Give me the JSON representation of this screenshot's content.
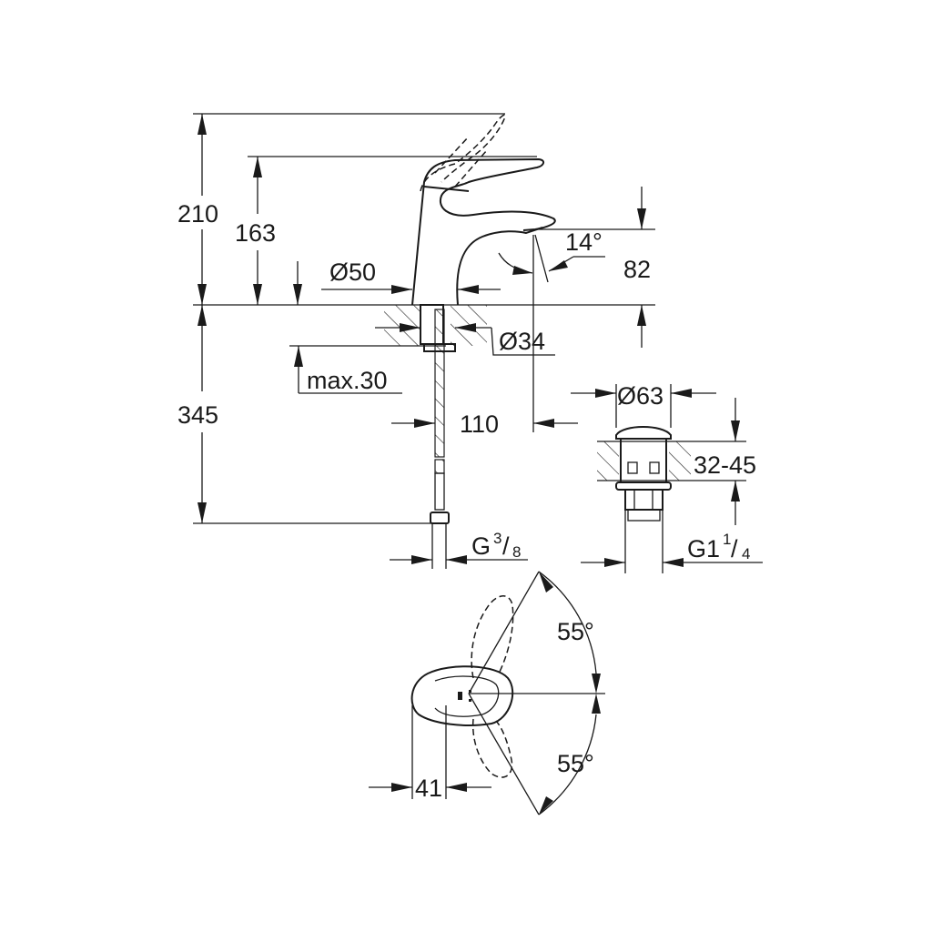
{
  "drawing": {
    "dimensions": {
      "total_height": "210",
      "spout_height": "163",
      "body_diameter": "Ø50",
      "spout_angle": "14°",
      "outlet_height": "82",
      "shank_diameter": "Ø34",
      "max_deck": "max.30",
      "hose_length": "345",
      "spout_reach": "110",
      "waste_diameter": "Ø63",
      "waste_deck": "32-45",
      "waste_thread_main": "G1",
      "waste_thread_num": "1",
      "waste_thread_den": "4",
      "hose_thread_main": "G",
      "hose_thread_num": "3",
      "hose_thread_den": "8",
      "lever_angle_top": "55°",
      "lever_angle_bottom": "55°",
      "lever_width": "41"
    }
  }
}
